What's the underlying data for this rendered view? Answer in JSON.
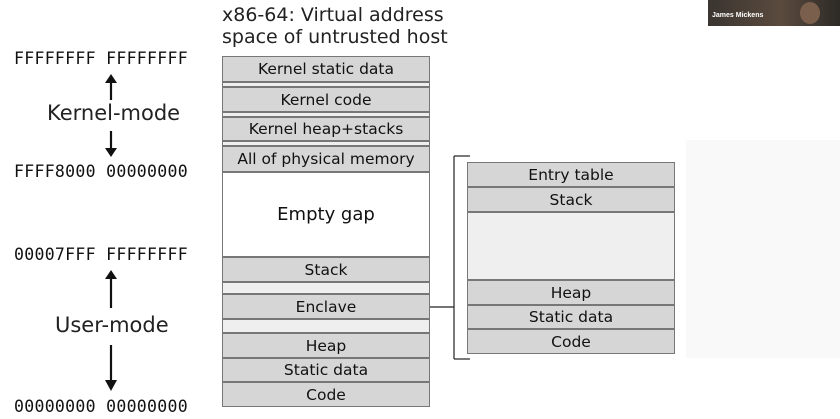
{
  "title": {
    "line1": "x86-64: Virtual address",
    "line2": "space of untrusted host"
  },
  "addresses": {
    "top": "FFFFFFFF FFFFFFFF",
    "kernel_base": "FFFF8000 00000000",
    "user_top": "00007FFF FFFFFFFF",
    "bottom": "00000000 00000000"
  },
  "modes": {
    "kernel": "Kernel-mode",
    "user": "User-mode"
  },
  "address_space": {
    "segments": [
      "Kernel static data",
      "Kernel code",
      "Kernel heap+stacks",
      "All of physical memory",
      "Empty gap",
      "Stack",
      "Enclave",
      "Heap",
      "Static data",
      "Code"
    ]
  },
  "enclave": {
    "segments": [
      "Entry table",
      "Stack",
      "Heap",
      "Static data",
      "Code"
    ]
  },
  "webcam": {
    "name": "James Mickens"
  },
  "colors": {
    "segment_fill": "#d6d6d6",
    "gap_fill": "#efefef",
    "border": "#777777"
  }
}
